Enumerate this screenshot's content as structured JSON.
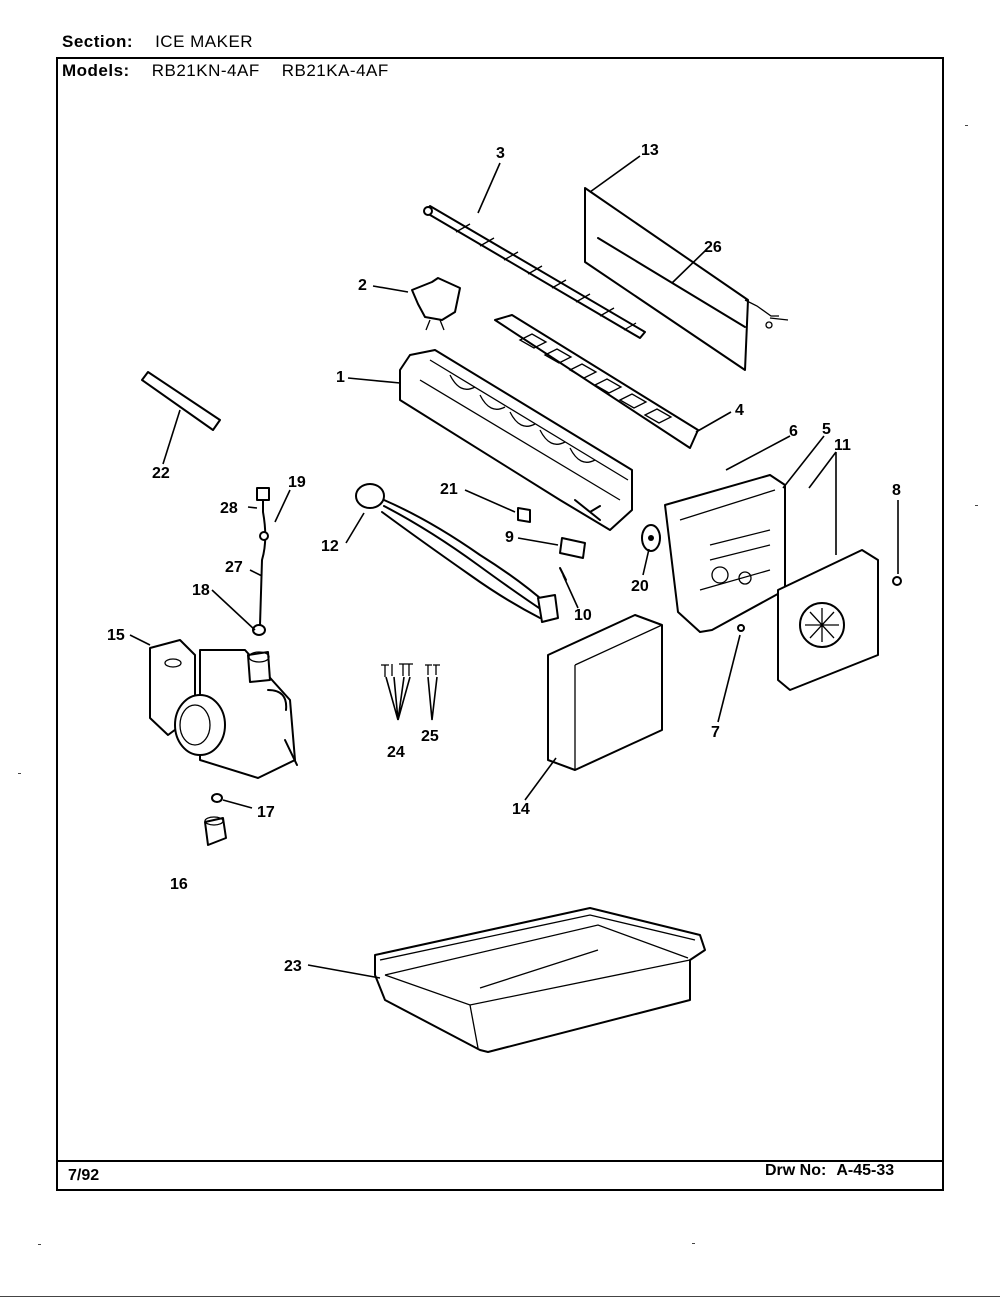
{
  "header": {
    "section_label": "Section:",
    "section_value": "ICE MAKER",
    "models_label": "Models:",
    "model_1": "RB21KN-4AF",
    "model_2": "RB21KA-4AF"
  },
  "footer": {
    "date": "7/92",
    "drawing_label": "Drw No:",
    "drawing_number": "A-45-33"
  },
  "callouts": {
    "c1": "1",
    "c2": "2",
    "c3": "3",
    "c4": "4",
    "c5": "5",
    "c6": "6",
    "c7": "7",
    "c8": "8",
    "c9": "9",
    "c10": "10",
    "c11": "11",
    "c12": "12",
    "c13": "13",
    "c14": "14",
    "c15": "15",
    "c16": "16",
    "c17": "17",
    "c18": "18",
    "c19": "19",
    "c20": "20",
    "c21": "21",
    "c22": "22",
    "c23": "23",
    "c24": "24",
    "c25": "25",
    "c26": "26",
    "c27": "27",
    "c28": "28"
  }
}
